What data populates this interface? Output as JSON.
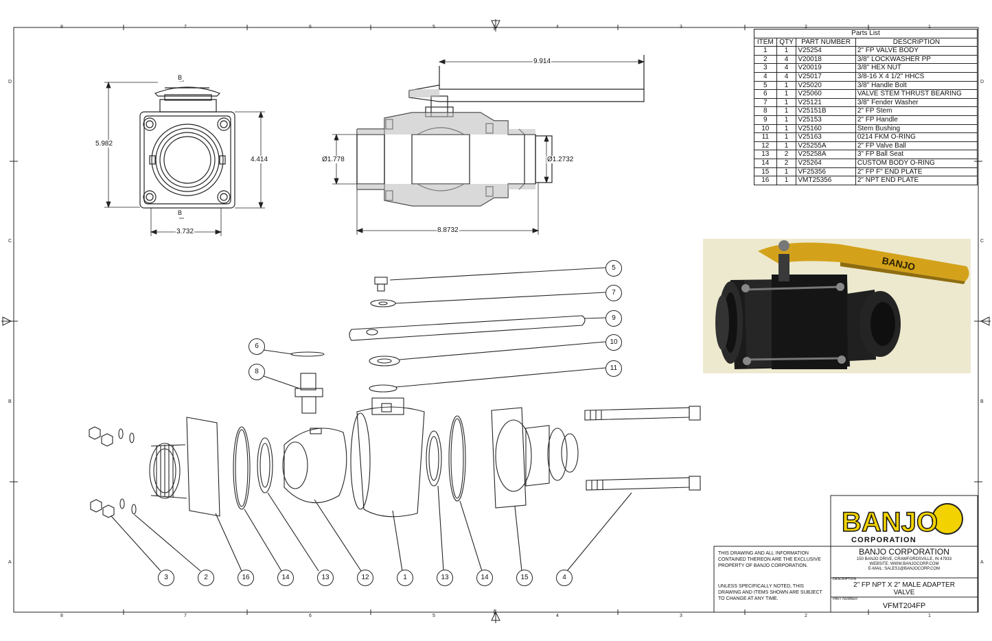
{
  "zones": {
    "columns": [
      "8",
      "7",
      "6",
      "5",
      "4",
      "3",
      "2",
      "1"
    ],
    "rows": [
      "D",
      "C",
      "B",
      "A"
    ]
  },
  "views": {
    "section_a_label": "B",
    "section_b_label": "B"
  },
  "dimensions": {
    "handle_length": "9.914",
    "end_view_height": "5.982",
    "flange_height": "4.414",
    "flange_width": "3.732",
    "inlet_diameter": "Ø1.778",
    "outlet_diameter": "Ø1.2732",
    "body_length": "8.8732"
  },
  "parts_list": {
    "title": "Parts List",
    "headers": [
      "ITEM",
      "QTY",
      "PART NUMBER",
      "DESCRIPTION"
    ],
    "rows": [
      [
        "1",
        "1",
        "V25254",
        "2\" FP VALVE BODY"
      ],
      [
        "2",
        "4",
        "V20018",
        "3/8\" LOCKWASHER PP"
      ],
      [
        "3",
        "4",
        "V20019",
        "3/8\" HEX NUT"
      ],
      [
        "4",
        "4",
        "V25017",
        "3/8-16 X 4 1/2\" HHCS"
      ],
      [
        "5",
        "1",
        "V25020",
        "3/8\" Handle Bolt"
      ],
      [
        "6",
        "1",
        "V25060",
        "VALVE STEM THRUST BEARING"
      ],
      [
        "7",
        "1",
        "V25121",
        "3/8\" Fender Washer"
      ],
      [
        "8",
        "1",
        "V25151B",
        "2\" FP Stem"
      ],
      [
        "9",
        "1",
        "V25153",
        "2\" FP Handle"
      ],
      [
        "10",
        "1",
        "V25160",
        "Stem Bushing"
      ],
      [
        "11",
        "1",
        "V25163",
        "0214 FKM O-RING"
      ],
      [
        "12",
        "1",
        "V25255A",
        "2\" FP Valve Ball"
      ],
      [
        "13",
        "2",
        "V25258A",
        "3\" FP Ball Seat"
      ],
      [
        "14",
        "2",
        "V25264",
        "CUSTOM BODY O-RING"
      ],
      [
        "15",
        "1",
        "VF25356",
        "2\" FP F\" END PLATE"
      ],
      [
        "16",
        "1",
        "VMT25356",
        "2\" NPT END PLATE"
      ]
    ]
  },
  "callouts": {
    "c5": "5",
    "c7": "7",
    "c9": "9",
    "c10": "10",
    "c11": "11",
    "c6": "6",
    "c8": "8",
    "b3": "3",
    "b2": "2",
    "b16": "16",
    "b14a": "14",
    "b13a": "13",
    "b12": "12",
    "b1": "1",
    "b13b": "13",
    "b14b": "14",
    "b15": "15",
    "b4": "4"
  },
  "title_block": {
    "logo_text": "BANJO",
    "logo_sub": "CORPORATION",
    "company": "BANJO CORPORATION",
    "address": "150 BANJO DRIVE, CRAWFORDSVILLE, IN 47933",
    "website": "WEBSITE: WWW.BANJOCORP.COM",
    "email": "E-MAIL: SALES1@BANJOCORP.COM",
    "notice_1": "THIS DRAWING AND ALL INFORMATION CONTAINED THEREON ARE THE EXCLUSIVE PROPERTY OF BANJO CORPORATION.",
    "notice_2": "UNLESS SPECIFICALLY NOTED, THIS DRAWING AND ITEMS SHOWN ARE SUBJECT TO CHANGE AT ANY TIME.",
    "desc_label": "DESCRIPTION",
    "description_1": "2\" FP NPT X 2\" MALE ADAPTER",
    "description_2": "VALVE",
    "pn_label": "PART NUMBER",
    "part_number": "VFMT204FP"
  },
  "photo": {
    "handle_text": "BANJO"
  },
  "colors": {
    "line": "#222222",
    "handle_yellow": "#d4a21a",
    "logo_yellow": "#f2d200",
    "photo_bg": "#ece9cf"
  }
}
